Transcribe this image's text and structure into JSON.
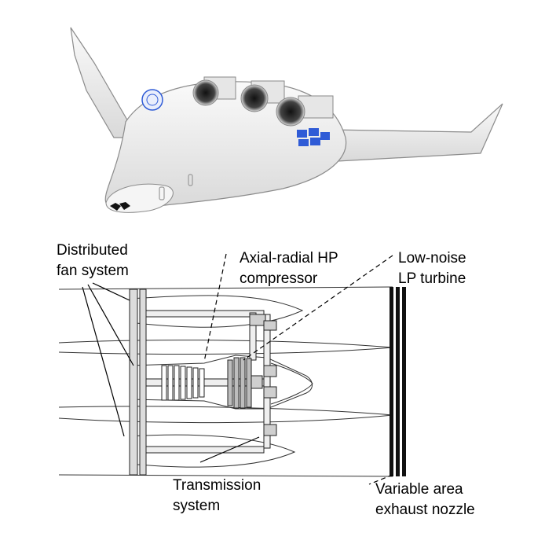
{
  "labels": {
    "distributed_fan_line1": "Distributed",
    "distributed_fan_line2": "fan system",
    "hp_compressor_line1": "Axial-radial HP",
    "hp_compressor_line2": "compressor",
    "lp_turbine_line1": "Low-noise",
    "lp_turbine_line2": "LP turbine",
    "transmission_line1": "Transmission",
    "transmission_line2": "system",
    "nozzle_line1": "Variable area",
    "nozzle_line2": "exhaust nozzle"
  },
  "colors": {
    "aircraft_body": "#f2f2f2",
    "aircraft_outline": "#8c8c8c",
    "logo_blue": "#2f5bd6",
    "nozzle_black": "#111111",
    "line": "#222222"
  },
  "icons": {
    "aircraft": "blended-wing-body-aircraft-render",
    "engine": "distributed-propulsion-engine-schematic"
  }
}
